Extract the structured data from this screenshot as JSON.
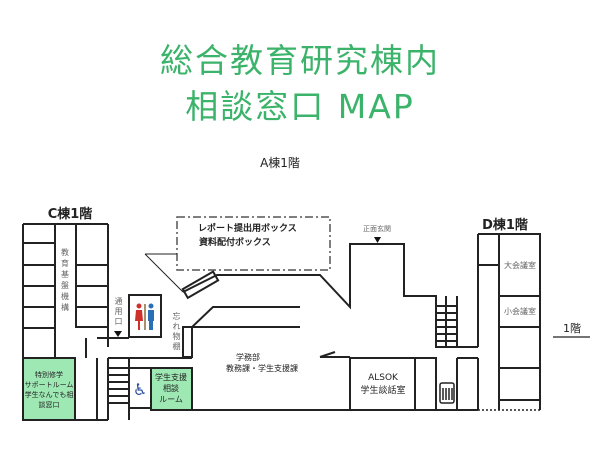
{
  "title": {
    "line1": "総合教育研究棟内",
    "line2": "相談窓口 MAP"
  },
  "colors": {
    "title": "#3cb36a",
    "highlight_room": "#9ee8b4",
    "toilet_male": "#2a6fb5",
    "toilet_female": "#d0302a"
  },
  "map": {
    "building_a": "A棟1階",
    "building_c": "C棟1階",
    "building_d": "D棟1階",
    "floor": "1階",
    "callout": {
      "line1": "レポート提出用ボックス",
      "line2": "資料配付ボックス"
    },
    "rooms": {
      "kyoiku_kiban": "教育基盤機構",
      "tsuyoguchi": "通用口",
      "wasuremono": "忘れ物棚",
      "gakumu_1": "学務部",
      "gakumu_2": "教務課・学生支援課",
      "tokubetsu": [
        "特別修学",
        "サポートルーム",
        "学生なんでも相",
        "談窓口"
      ],
      "shien": [
        "学生支援",
        "相談",
        "ルーム"
      ],
      "alsok": [
        "ALSOK",
        "学生談話室"
      ],
      "entrance": "正面玄関",
      "daikaigi": "大会議室",
      "shokaigi": "小会議室"
    },
    "icons": [
      "restroom-icon",
      "wheelchair-icon",
      "elevator-icon"
    ]
  }
}
